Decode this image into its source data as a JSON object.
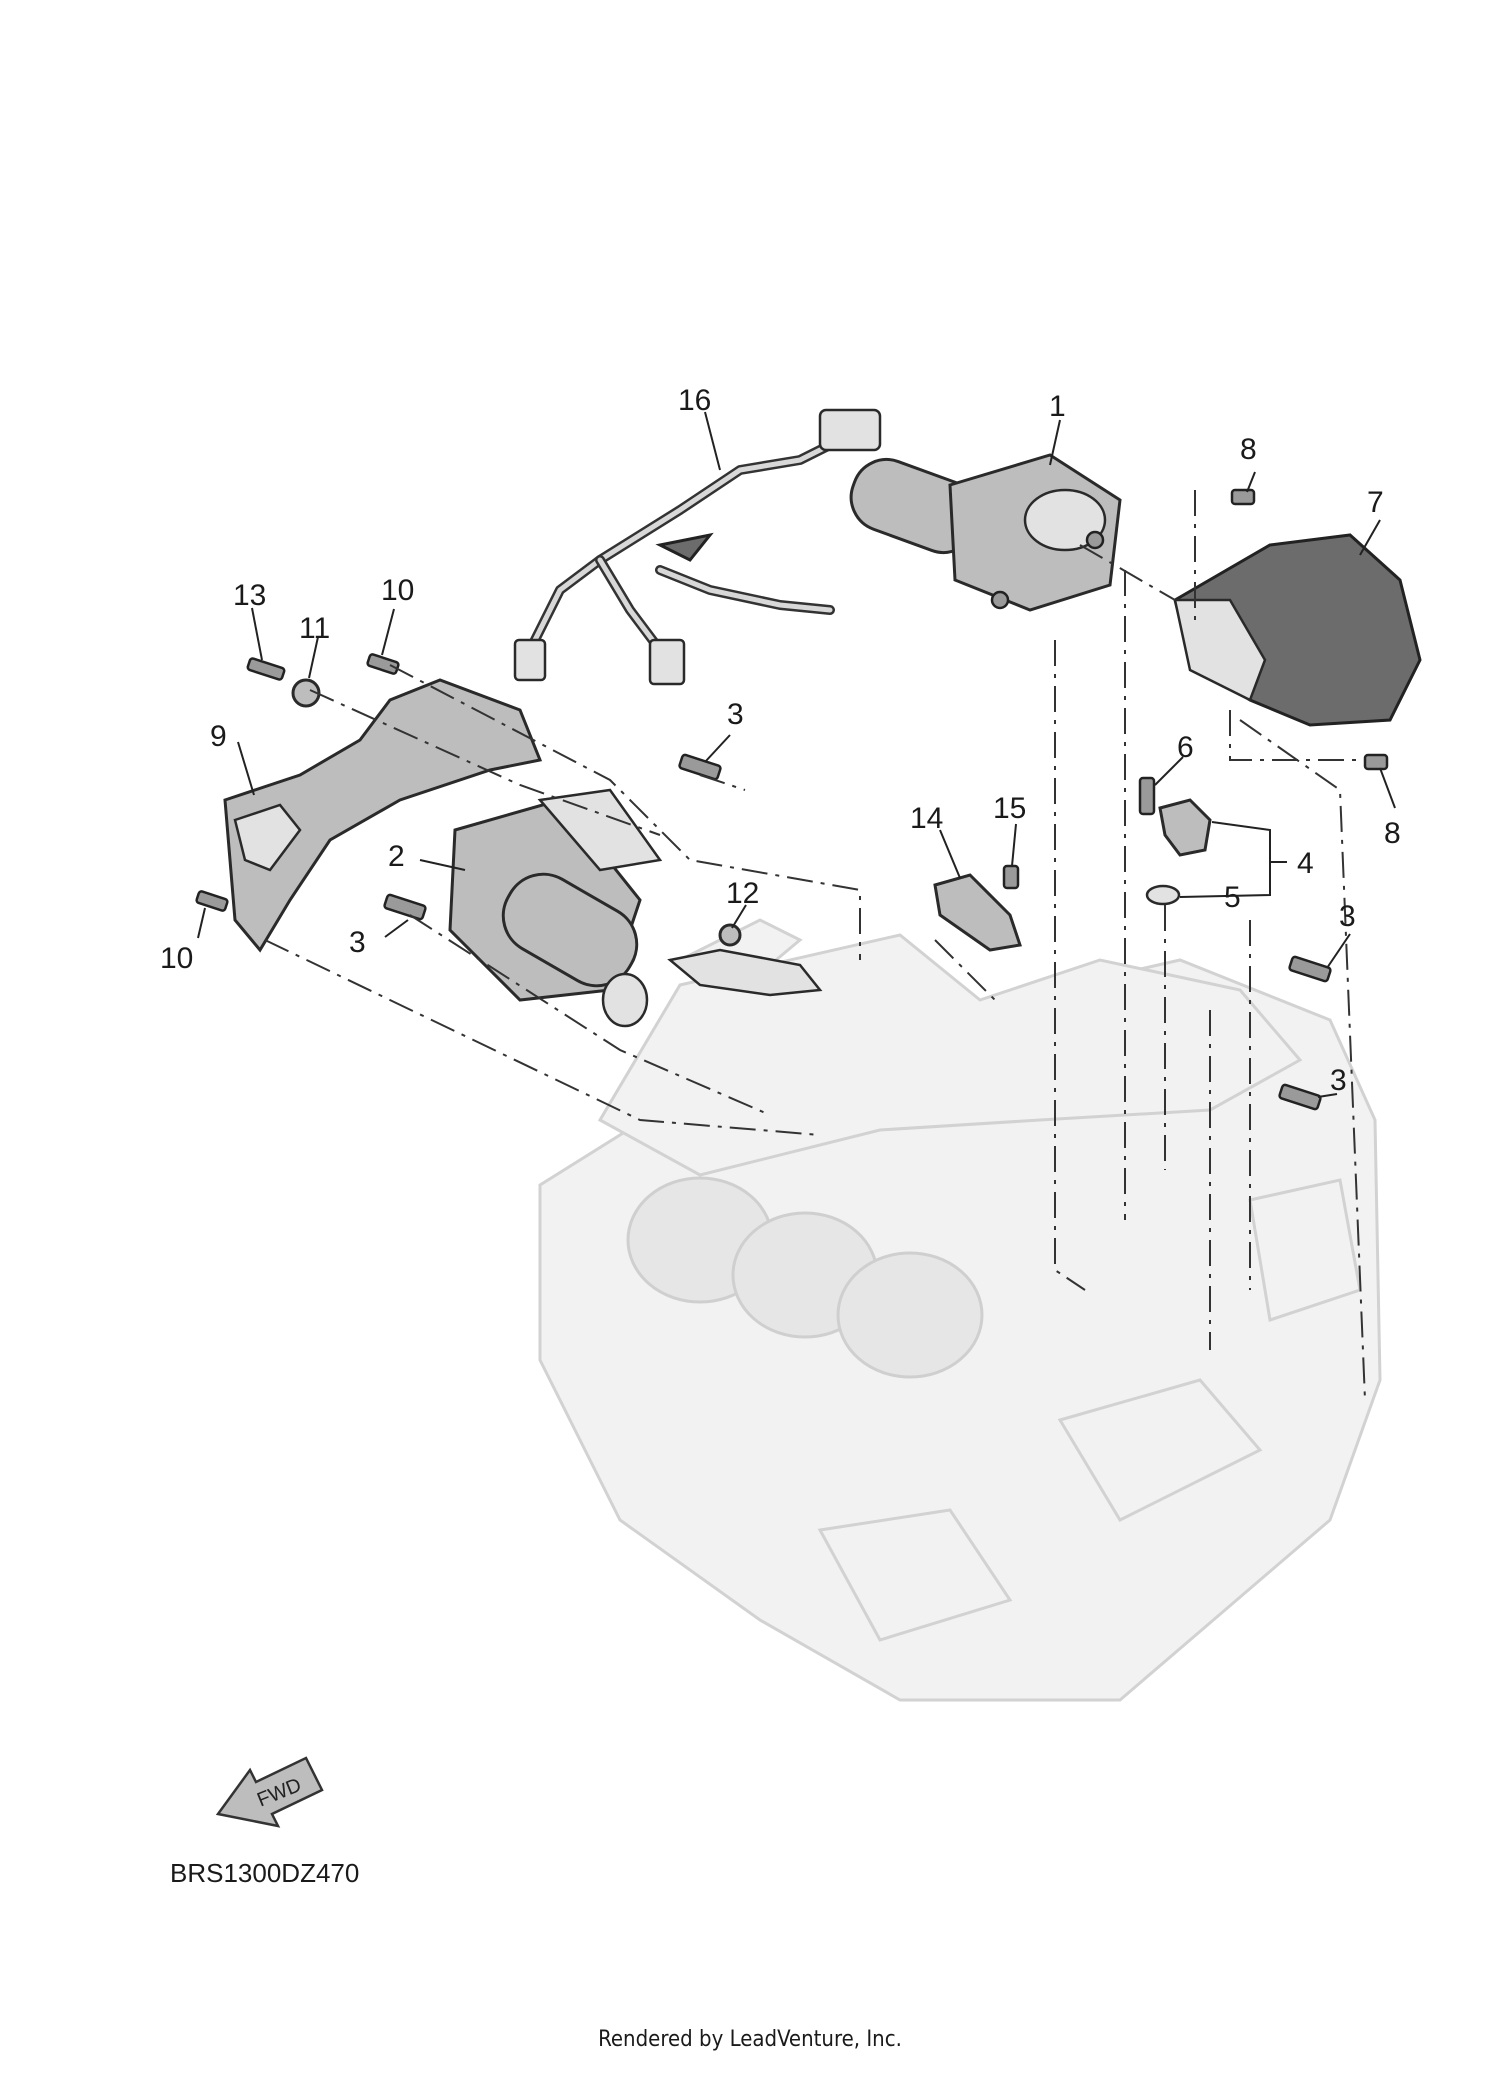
{
  "callouts": {
    "c1": "1",
    "c2": "2",
    "c3a": "3",
    "c3b": "3",
    "c3c": "3",
    "c3d": "3",
    "c4": "4",
    "c5": "5",
    "c6": "6",
    "c7": "7",
    "c8a": "8",
    "c8b": "8",
    "c9": "9",
    "c10a": "10",
    "c10b": "10",
    "c11": "11",
    "c12": "12",
    "c13": "13",
    "c14": "14",
    "c15": "15",
    "c16": "16"
  },
  "fwd_label": "FWD",
  "diagram_code": "BRS1300DZ470",
  "footer": "Rendered by LeadVenture, Inc.",
  "colors": {
    "ink": "#1a1a1a",
    "part_fill": "#bdbdbd",
    "ghost_fill": "#f2f2f2"
  }
}
